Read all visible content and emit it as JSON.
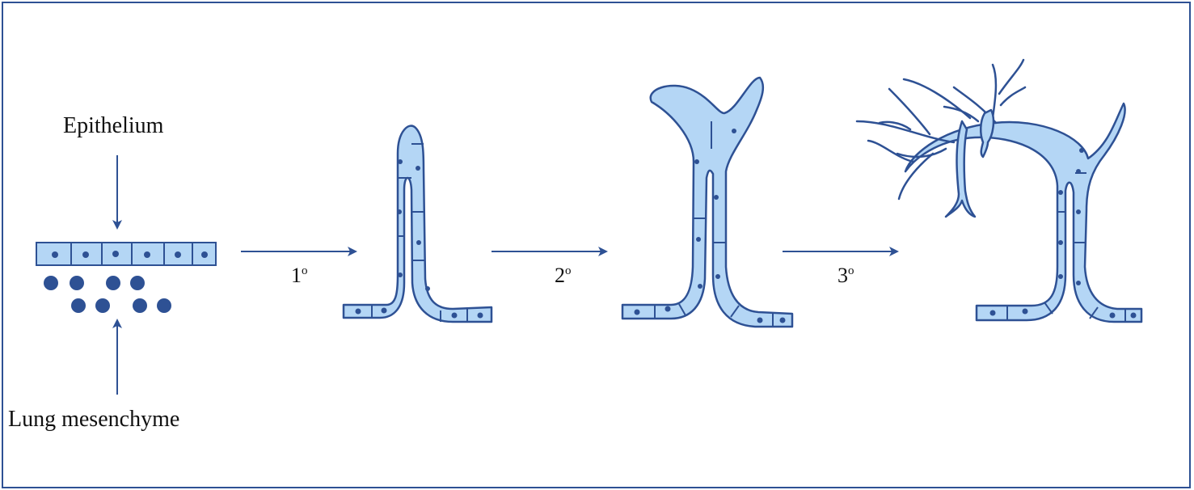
{
  "labels": {
    "epithelium": "Epithelium",
    "mesenchyme": "Lung mesenchyme"
  },
  "steps": [
    {
      "num": "1",
      "sup": "o"
    },
    {
      "num": "2",
      "sup": "o"
    },
    {
      "num": "3",
      "sup": "o"
    }
  ],
  "colors": {
    "stroke": "#2e5194",
    "fill": "#b4d6f5",
    "nucleus": "#2e5194",
    "border": "#2e5194"
  }
}
